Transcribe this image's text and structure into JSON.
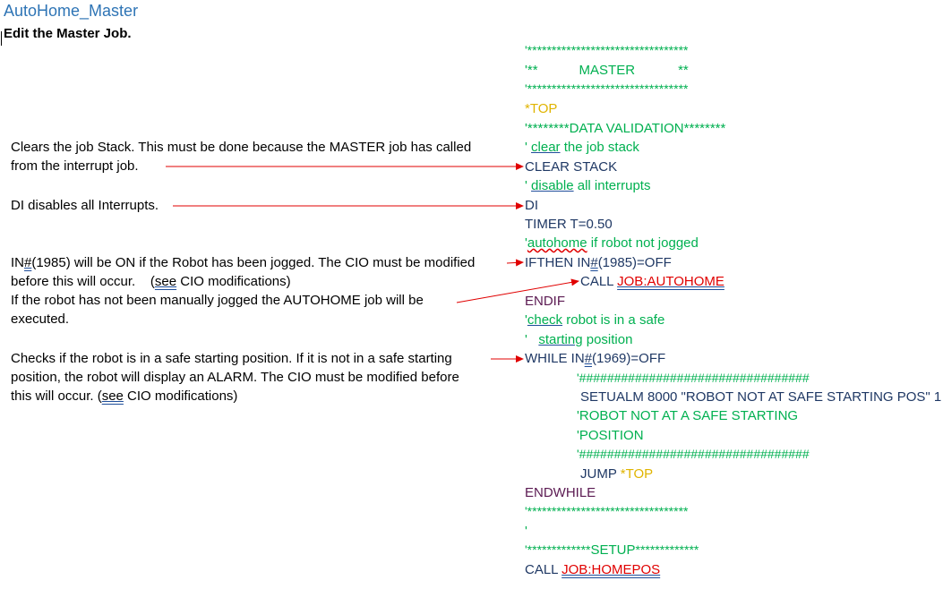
{
  "title": "AutoHome_Master",
  "subtitle": "Edit the Master Job.",
  "notes": {
    "n1_l1": "Clears the job Stack. This must be done because the MASTER job has called",
    "n1_l2": "from the interrupt job.",
    "n2": "DI disables all Interrupts.",
    "n3_l1a": "IN",
    "n3_l1b": "#",
    "n3_l1c": "(1985) will be ON if the Robot has been jogged. The CIO must be modified",
    "n3_l2a": "before this will occur.    (",
    "n3_l2b": "see",
    "n3_l2c": " CIO modifications)",
    "n3_l3": "If the robot has not been manually jogged the AUTOHOME job will be",
    "n3_l4": "executed.",
    "n4_l1": "Checks if the robot is in a safe starting position.  If it is not in a safe starting",
    "n4_l2": "position, the robot will display an ALARM. The CIO must be modified before",
    "n4_l3a": "this will occur. (",
    "n4_l3b": "see",
    "n4_l3c": " CIO modifications)"
  },
  "code": {
    "c1": "'*********************************",
    "c2a": "'**",
    "c2b": "MASTER",
    "c2c": "**",
    "c3": "'*********************************",
    "c4": "*TOP",
    "c5": "'********DATA VALIDATION********",
    "c6a": "' ",
    "c6b": "clear",
    "c6c": " the job stack",
    "c7": "CLEAR STACK",
    "c8a": "' ",
    "c8b": "disable",
    "c8c": " all interrupts",
    "c9": "DI",
    "c10": "TIMER T=0.50",
    "c11a": "'",
    "c11b": "autohome",
    "c11c": " if robot not jogged",
    "c12a": "IFTHEN IN",
    "c12b": "#",
    "c12c": "(1985)=OFF",
    "c13a": "CALL ",
    "c13b": "JOB:AUTOHOME",
    "c14": "ENDIF",
    "c15a": "'",
    "c15b": "check",
    "c15c": " robot is in a safe",
    "c16a": "'   ",
    "c16b": "starting",
    "c16c": " position",
    "c17a": "WHILE IN",
    "c17b": "#",
    "c17c": "(1969)=OFF",
    "c18": "'#################################",
    "c19": "SETUALM 8000 \"ROBOT NOT AT SAFE STARTING POS\" 1",
    "c20": "'ROBOT NOT AT A SAFE STARTING",
    "c21": "'POSITION",
    "c22": "'#################################",
    "c23a": "JUMP ",
    "c23b": "*TOP",
    "c24": "ENDWHILE",
    "c25": "'*********************************",
    "c26": "'",
    "c27a": "'*************",
    "c27b": "SETUP",
    "c27c": "*************",
    "c28a": "CALL ",
    "c28b": "JOB:HOMEPOS"
  },
  "colors": {
    "comment": "#00b050",
    "keyword": "#1f3864",
    "endblock": "#5b1a52",
    "label": "#e0b400",
    "job": "#e00000",
    "arrow": "#e00000",
    "heading": "#2e74b5"
  }
}
